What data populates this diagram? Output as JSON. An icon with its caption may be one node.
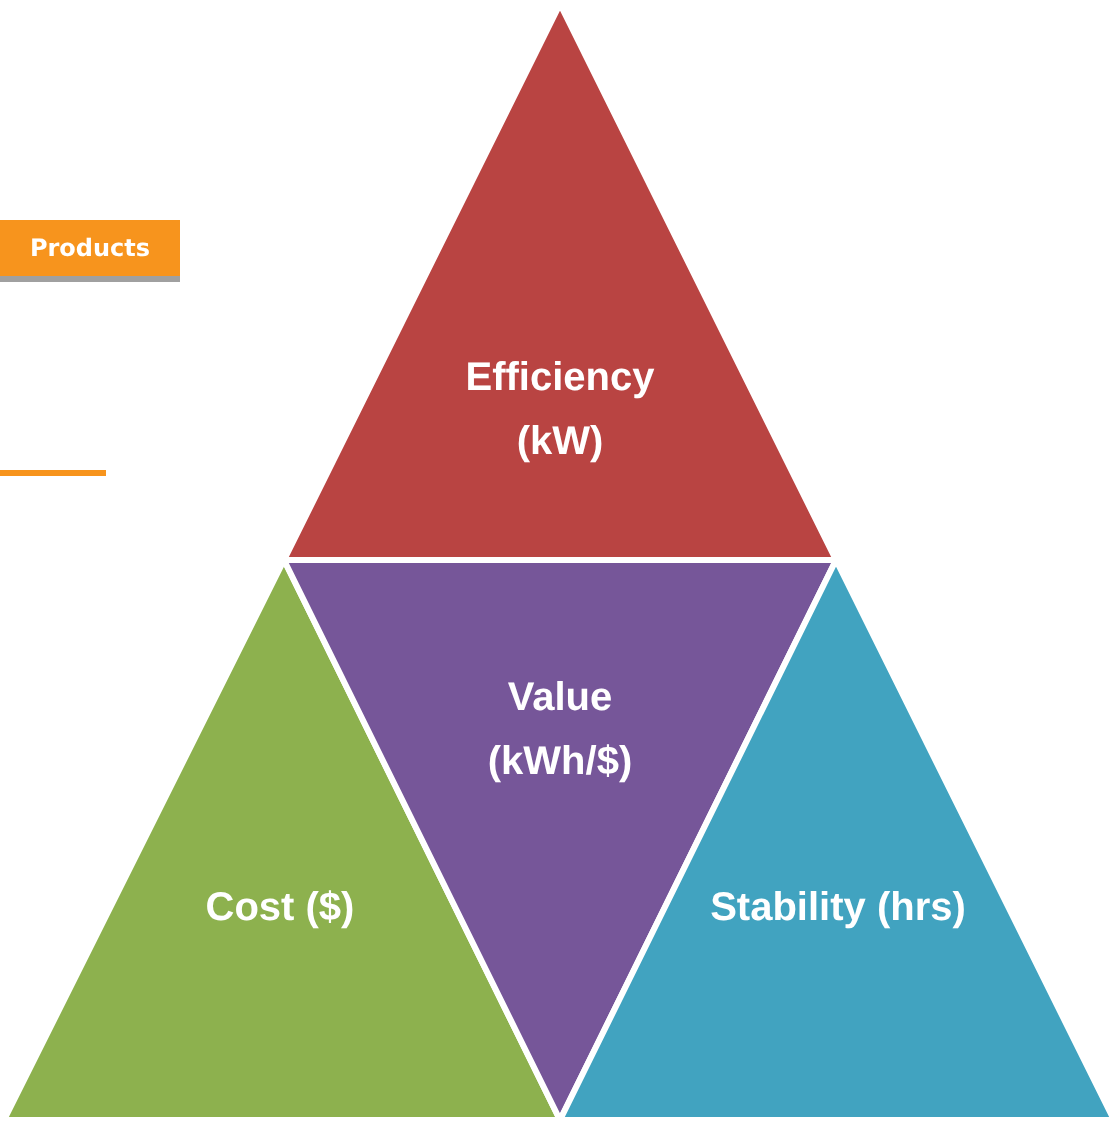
{
  "diagram": {
    "nodes": [
      {
        "text": [
          "Efficiency (kW)"
        ]
      },
      {
        "text": [
          "Cost ($)"
        ]
      },
      {
        "text": [
          "Value (kWh/$)"
        ]
      },
      {
        "text": [
          "Stability (hrs)"
        ]
      }
    ],
    "labels": [
      "Products"
    ]
  }
}
